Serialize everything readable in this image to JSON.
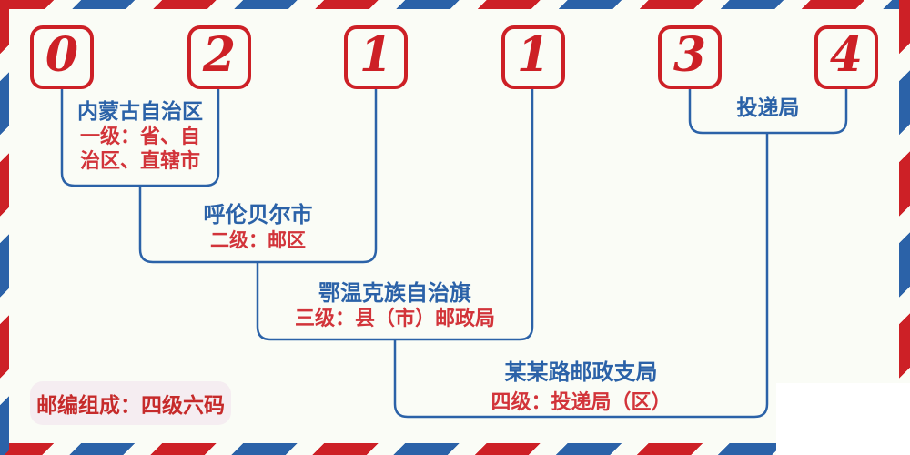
{
  "colors": {
    "red": "#cd2026",
    "blue": "#2b62a8",
    "label_red": "#d2343a",
    "badge_bg": "#f5edf1",
    "badge_text": "#c62b2b",
    "bg": "#fafcf6"
  },
  "postal_code": {
    "digits": [
      "0",
      "2",
      "1",
      "1",
      "3",
      "4"
    ]
  },
  "annotations": {
    "level1": {
      "name": "内蒙古自治区",
      "desc_line1": "一级：省、自",
      "desc_line2": "治区、直辖市"
    },
    "level2": {
      "name": "呼伦贝尔市",
      "desc": "二级：邮区"
    },
    "level3": {
      "name": "鄂温克族自治旗",
      "desc": "三级：县（市）邮政局"
    },
    "level4": {
      "name": "某某路邮政支局",
      "desc": "四级：投递局（区）"
    },
    "delivery_office": "投递局"
  },
  "footer": {
    "badge": "邮编组成：四级六码"
  }
}
